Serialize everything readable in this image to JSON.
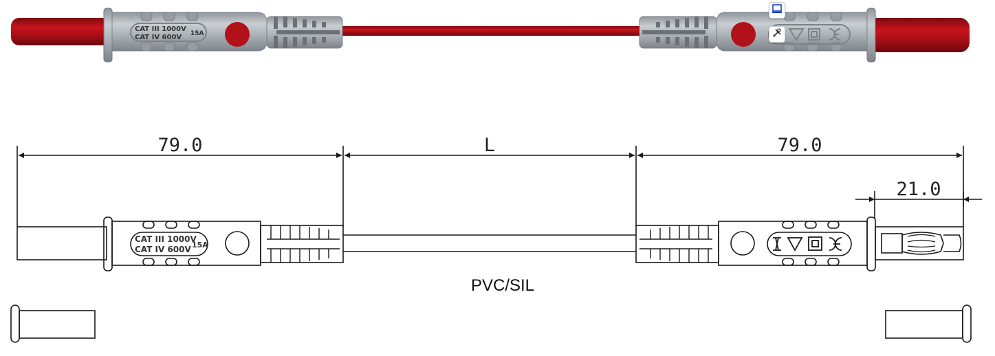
{
  "drawing": {
    "rating_line1": "CAT III 1000V",
    "rating_line2": "CAT IV 600V",
    "current": "15A",
    "dimensions": {
      "left_length": "79.0",
      "cable_length": "L",
      "right_length": "79.0",
      "tip_length": "21.0"
    },
    "cable_material": "PVC/SIL"
  },
  "colors": {
    "cable_red": "#a90f17",
    "body_grey": "#a8aeb4",
    "line": "#1a1a1a"
  },
  "overlay": {
    "icons": [
      "screen-capture-icon",
      "tools-icon"
    ]
  }
}
